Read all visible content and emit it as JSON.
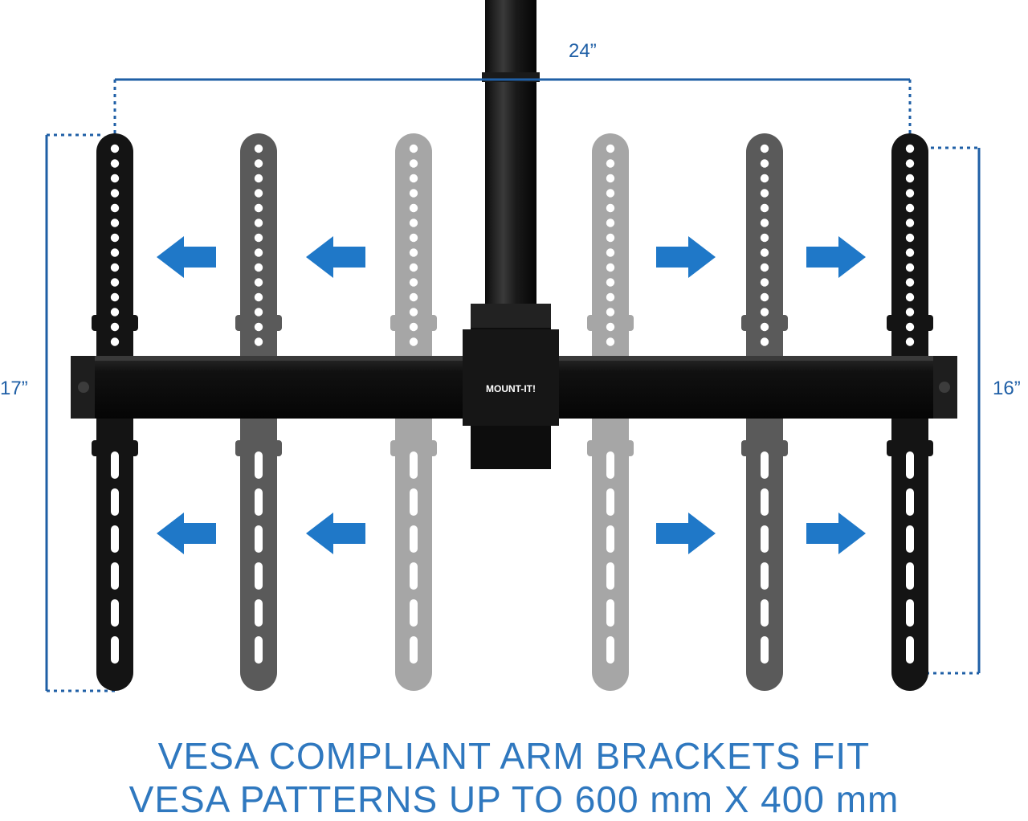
{
  "dimensions": {
    "width": "24”",
    "height_left": "17”",
    "height_right": "16”"
  },
  "brand_label": "MOUNT-IT!",
  "caption": {
    "line1": "VESA COMPLIANT ARM BRACKETS FIT",
    "line2": "VESA PATTERNS UP TO 600 mm X 400 mm"
  },
  "colors": {
    "accent_blue": "#1f5fa6",
    "arrow_blue": "#1f78c8",
    "caption_blue": "#2f78bf",
    "bracket_dark": "#141414",
    "bracket_mid": "#5a5a5a",
    "bracket_light": "#a6a6a6"
  },
  "icons": {
    "arrows_left": "arrow-left-icon",
    "arrows_right": "arrow-right-icon"
  }
}
